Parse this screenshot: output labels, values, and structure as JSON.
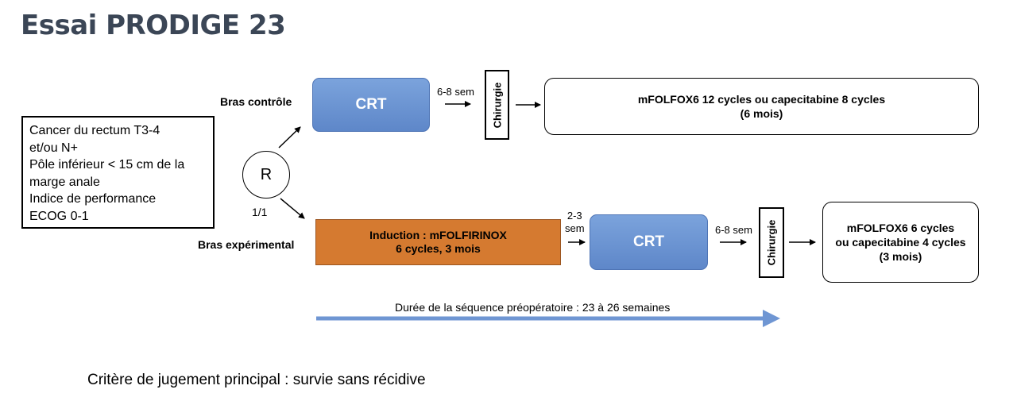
{
  "title": "Essai PRODIGE 23",
  "patient": {
    "lines": [
      "Cancer du rectum T3-4",
      "et/ou N+",
      "Pôle inférieur < 15 cm de la",
      "marge anale",
      "Indice de performance",
      "ECOG 0-1"
    ]
  },
  "randomization": {
    "symbol": "R",
    "ratio": "1/1"
  },
  "control_arm": {
    "label": "Bras contrôle",
    "crt": "CRT",
    "delay": "6-8 sem",
    "surgery": "Chirurgie",
    "result": [
      "mFOLFOX6 12 cycles ou capecitabine 8 cycles",
      "(6 mois)"
    ]
  },
  "experimental_arm": {
    "label": "Bras expérimental",
    "induction": [
      "Induction : mFOLFIRINOX",
      "6 cycles, 3 mois"
    ],
    "delay1": [
      "2-3",
      "sem"
    ],
    "crt": "CRT",
    "delay2": "6-8 sem",
    "surgery": "Chirurgie",
    "result": [
      "mFOLFOX6 6 cycles",
      "ou capecitabine 4 cycles",
      "(3 mois)"
    ]
  },
  "duration": "Durée de la séquence préopératoire : 23 à 26 semaines",
  "endpoint": "Critère de jugement principal : survie sans récidive",
  "colors": {
    "title": "#3b4656",
    "crt": "#6b95d4",
    "induction": "#d57a30",
    "duration_arrow": "#6f96d3"
  }
}
